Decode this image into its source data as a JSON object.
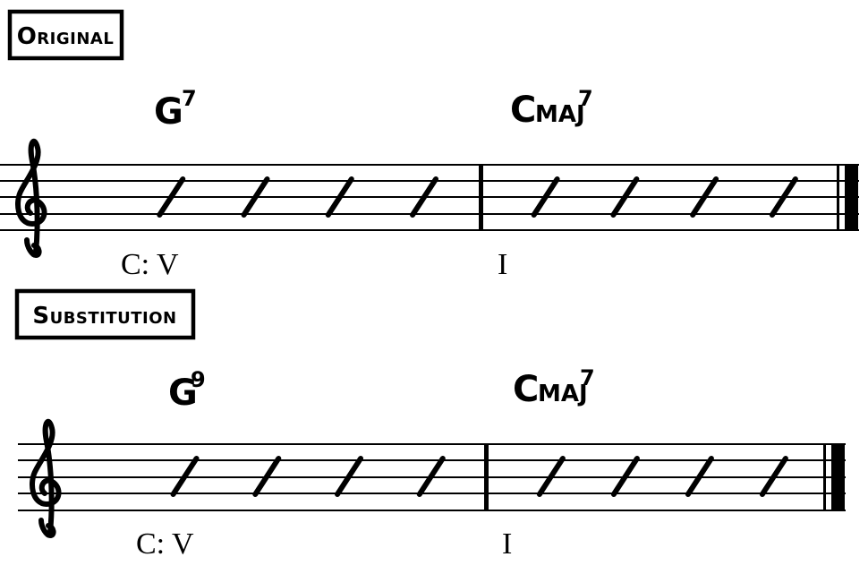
{
  "sections": [
    {
      "label": "Original",
      "chords": [
        {
          "root": "G",
          "quality": "",
          "ext": "7"
        },
        {
          "root": "C",
          "quality": "MAJ",
          "ext": "7"
        }
      ],
      "analysis": [
        "C: V",
        "I"
      ],
      "beats_per_measure": 4
    },
    {
      "label": "Substitution",
      "chords": [
        {
          "root": "G",
          "quality": "",
          "ext": "9"
        },
        {
          "root": "C",
          "quality": "MAJ",
          "ext": "7"
        }
      ],
      "analysis": [
        "C: V",
        "I"
      ],
      "beats_per_measure": 4
    }
  ],
  "icons": {
    "clef": "treble-clef-icon",
    "final_barline": "final-barline-icon"
  },
  "colors": {
    "ink": "#000000",
    "paper": "#ffffff"
  }
}
